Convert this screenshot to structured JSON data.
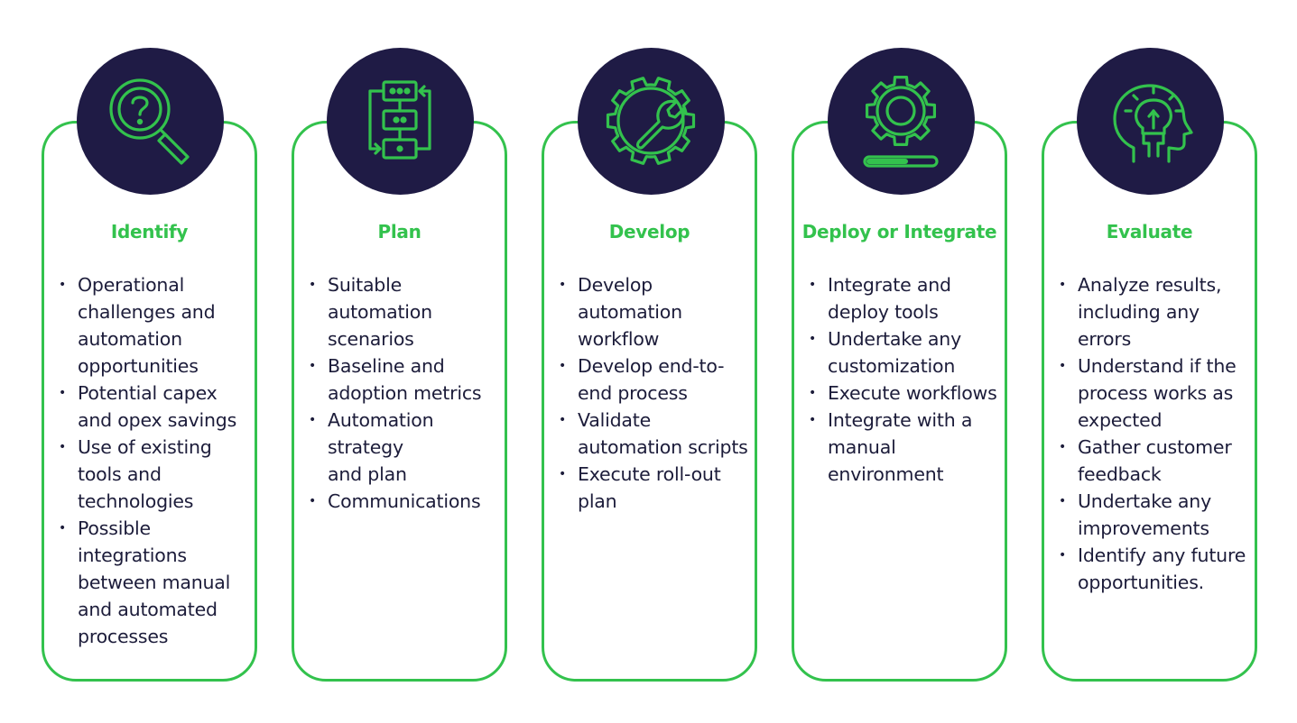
{
  "colors": {
    "accent": "#33c24d",
    "circle": "#1f1b45",
    "text": "#1c1c3a"
  },
  "steps": [
    {
      "title": "Identify",
      "icon": "magnifier-question-icon",
      "items": [
        [
          "Operational",
          "challenges and",
          "automation",
          "opportunities"
        ],
        [
          "Potential capex",
          "and opex savings"
        ],
        [
          "Use of existing",
          "tools and",
          "technologies"
        ],
        [
          "Possible",
          "integrations",
          "between manual",
          "and automated",
          "processes"
        ]
      ]
    },
    {
      "title": "Plan",
      "icon": "flowchart-icon",
      "items": [
        [
          "Suitable",
          "automation",
          "scenarios"
        ],
        [
          "Baseline and",
          "adoption metrics"
        ],
        [
          "Automation",
          "strategy",
          "and plan"
        ],
        [
          "Communications"
        ]
      ]
    },
    {
      "title": "Develop",
      "icon": "gear-wrench-icon",
      "items": [
        [
          "Develop",
          "automation",
          "workflow"
        ],
        [
          "Develop end-to-",
          "end process"
        ],
        [
          "Validate",
          "automation scripts"
        ],
        [
          "Execute roll-out",
          "plan"
        ]
      ]
    },
    {
      "title": "Deploy or Integrate",
      "icon": "gear-progress-icon",
      "items": [
        [
          "Integrate and",
          "deploy tools"
        ],
        [
          "Undertake any",
          "customization"
        ],
        [
          "Execute workflows"
        ],
        [
          "Integrate with a",
          "manual",
          "environment"
        ]
      ]
    },
    {
      "title": "Evaluate",
      "icon": "head-lightbulb-icon",
      "items": [
        [
          "Analyze results,",
          "including any",
          "errors"
        ],
        [
          "Understand if the",
          "process works as",
          "expected"
        ],
        [
          "Gather customer",
          "feedback"
        ],
        [
          "Undertake any",
          "improvements"
        ],
        [
          "Identify any future",
          "opportunities."
        ]
      ]
    }
  ]
}
